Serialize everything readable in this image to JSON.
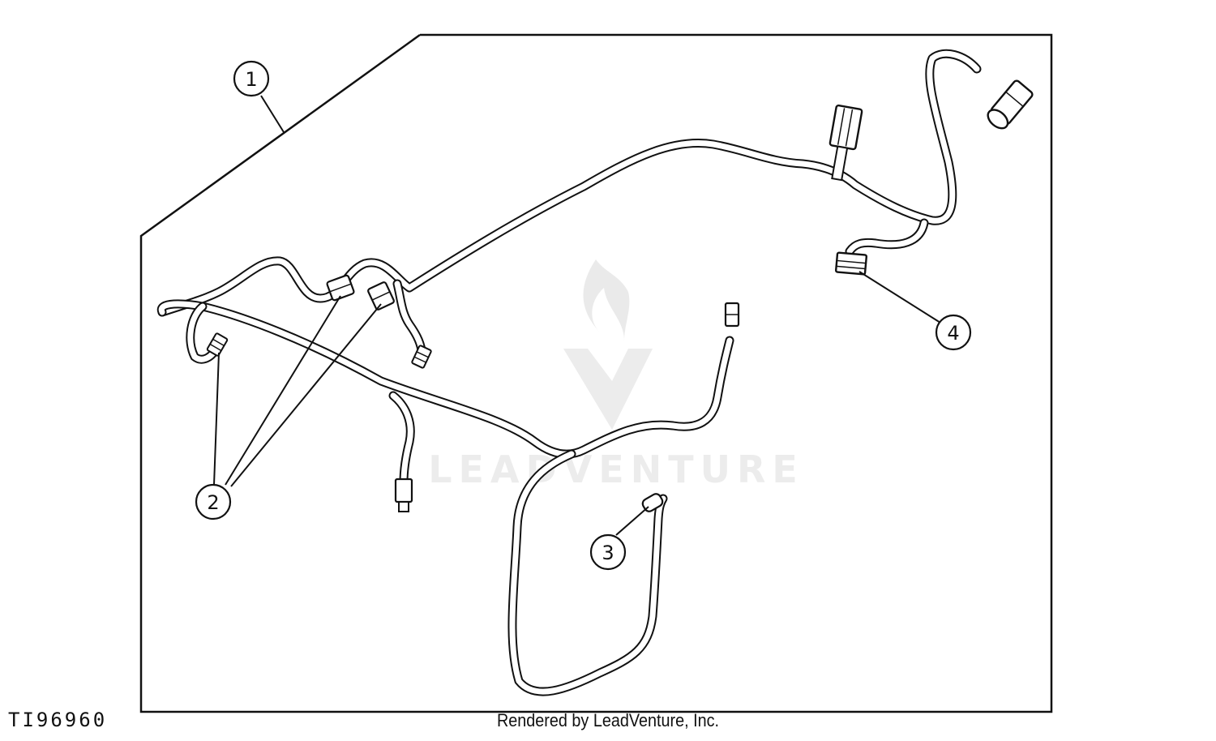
{
  "diagram": {
    "callouts": [
      {
        "id": "callout-1",
        "label": "1"
      },
      {
        "id": "callout-2",
        "label": "2"
      },
      {
        "id": "callout-3",
        "label": "3"
      },
      {
        "id": "callout-4",
        "label": "4"
      }
    ]
  },
  "figure_id": "TI96960",
  "credit": "Rendered by LeadVenture, Inc.",
  "watermark": {
    "text": "LEADVENTURE",
    "logo": "flame-v-logo-icon"
  },
  "colors": {
    "line": "#111111",
    "watermark": "#cccccc"
  }
}
